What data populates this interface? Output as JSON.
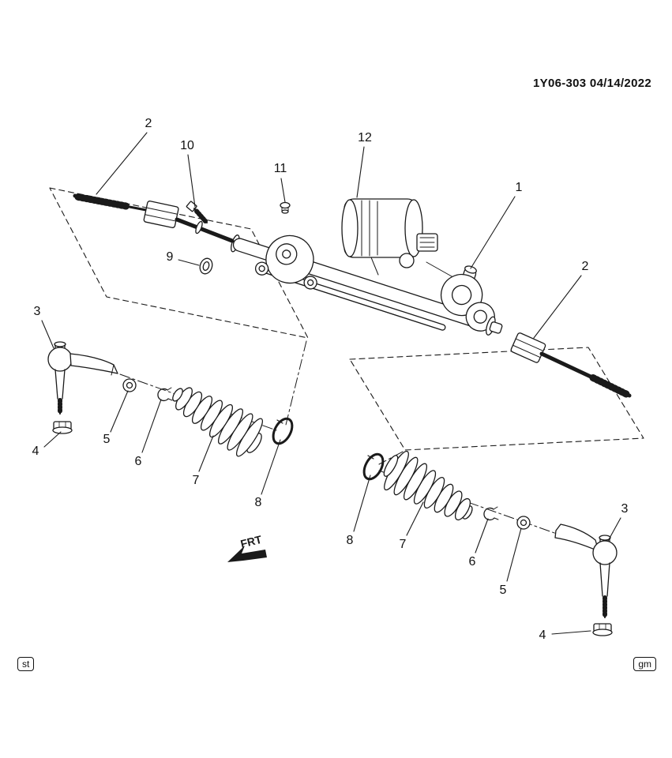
{
  "header": {
    "doc_ref": "1Y06-303 04/14/2022"
  },
  "diagram": {
    "frt_label": "FRT",
    "footer_left": "st",
    "footer_right": "gm"
  },
  "callouts": [
    {
      "id": "2-upper-left",
      "label": "2"
    },
    {
      "id": "10",
      "label": "10"
    },
    {
      "id": "11",
      "label": "11"
    },
    {
      "id": "12",
      "label": "12"
    },
    {
      "id": "1",
      "label": "1"
    },
    {
      "id": "2-right",
      "label": "2"
    },
    {
      "id": "9",
      "label": "9"
    },
    {
      "id": "3-left",
      "label": "3"
    },
    {
      "id": "4-left",
      "label": "4"
    },
    {
      "id": "5-left",
      "label": "5"
    },
    {
      "id": "6-left",
      "label": "6"
    },
    {
      "id": "7-left",
      "label": "7"
    },
    {
      "id": "8-left",
      "label": "8"
    },
    {
      "id": "8-right",
      "label": "8"
    },
    {
      "id": "7-right",
      "label": "7"
    },
    {
      "id": "6-right",
      "label": "6"
    },
    {
      "id": "5-right",
      "label": "5"
    },
    {
      "id": "3-right",
      "label": "3"
    },
    {
      "id": "4-right",
      "label": "4"
    }
  ],
  "colors": {
    "line": "#1a1a1a",
    "background": "#ffffff"
  }
}
